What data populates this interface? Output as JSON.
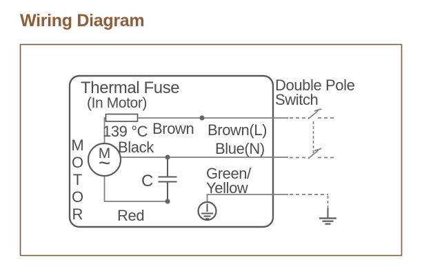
{
  "title": "Wiring Diagram",
  "colors": {
    "title_brown": "#8f5d38",
    "outer_border_brown": "#7e5a3a",
    "diagram_ink": "#5a5a5a",
    "wire_gray": "#7f7f7f",
    "text_gray": "#4d4d4d"
  },
  "diagram": {
    "motor_block": {
      "thermal_fuse_label_line1": "Thermal Fuse",
      "thermal_fuse_label_line2": "(In Motor)",
      "fuse_temp": "139 °C",
      "motor_vertical_label": "MOTOR",
      "motor_symbol_letter": "M",
      "motor_symbol_tilde": "~",
      "capacitor_label": "C",
      "wire_labels": {
        "brown": "Brown",
        "black": "Black",
        "red": "Red"
      }
    },
    "external": {
      "line_label": "Brown(L)",
      "neutral_label": "Blue(N)",
      "earth_label_line1": "Green/",
      "earth_label_line2": "Yellow",
      "switch_label_line1": "Double Pole",
      "switch_label_line2": "Switch"
    }
  }
}
